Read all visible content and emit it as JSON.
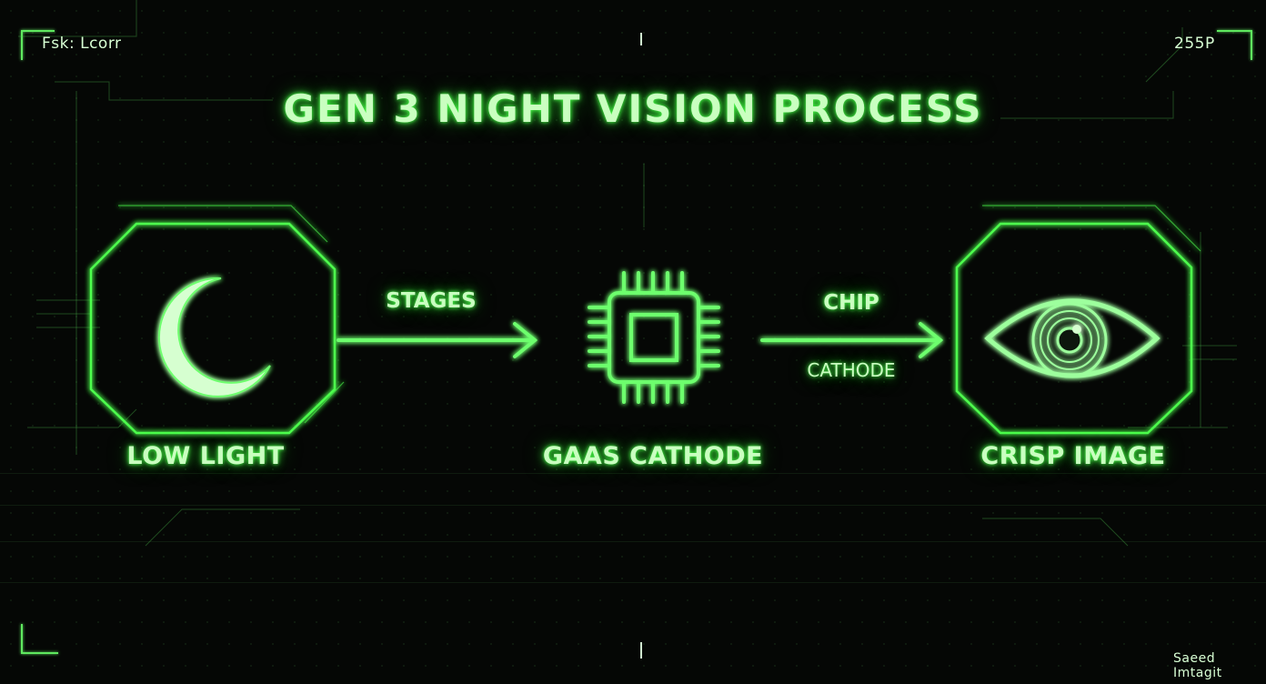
{
  "header": {
    "top_left": "Fsk: Lcorr",
    "top_right": "255P",
    "bottom_right": "Saeed Imtagit"
  },
  "title": "GEN 3 NIGHT VISION PROCESS",
  "stages": [
    {
      "label": "LOW LIGHT",
      "icon": "moon-icon"
    },
    {
      "label": "GAAS CATHODE",
      "icon": "chip-icon"
    },
    {
      "label": "CRISP IMAGE",
      "icon": "eye-icon"
    }
  ],
  "arrows": [
    {
      "top_label": "STAGES",
      "bottom_label": ""
    },
    {
      "top_label": "CHIP",
      "bottom_label": "CATHODE"
    }
  ],
  "colors": {
    "accent": "#4dff4d",
    "text": "#c9ffc0",
    "background": "#050705"
  }
}
